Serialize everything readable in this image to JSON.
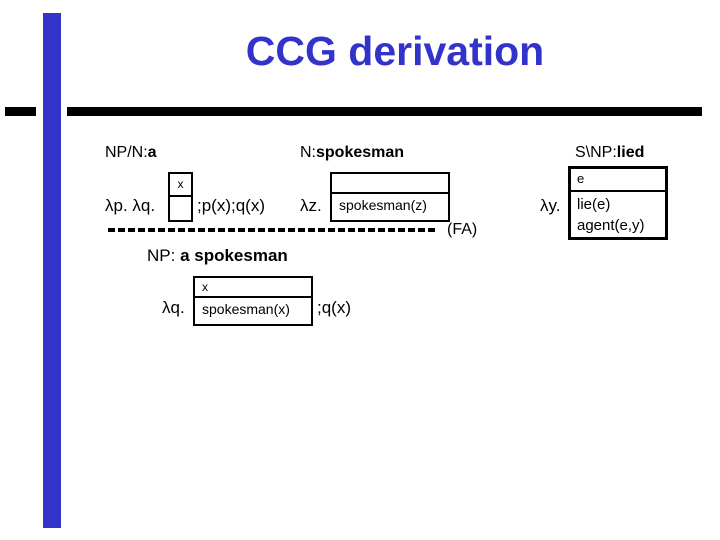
{
  "slide": {
    "title": "CCG derivation"
  },
  "colors": {
    "accent_blue": "#3333cc",
    "line_black": "#000000"
  },
  "derivation": {
    "entries": [
      {
        "category": "NP/N:",
        "word": "a",
        "lambda_prefix": "λp. λq.",
        "suffix": ";p(x);q(x)",
        "drs": {
          "universe": "x",
          "conditions": []
        }
      },
      {
        "category": "N:",
        "word": "spokesman",
        "lambda_prefix": "λz.",
        "drs": {
          "universe": "",
          "conditions": [
            "spokesman(z)"
          ]
        }
      },
      {
        "category": "S\\NP:",
        "word": "lied",
        "lambda_prefix": "λy.",
        "drs": {
          "universe": "e",
          "conditions": [
            "lie(e)",
            "agent(e,y)"
          ]
        }
      }
    ],
    "rule_label": "(FA)",
    "result": {
      "category": "NP: ",
      "phrase": "a spokesman",
      "lambda_prefix": "λq.",
      "suffix": ";q(x)",
      "drs": {
        "universe": "x",
        "conditions": [
          "spokesman(x)"
        ]
      }
    }
  }
}
